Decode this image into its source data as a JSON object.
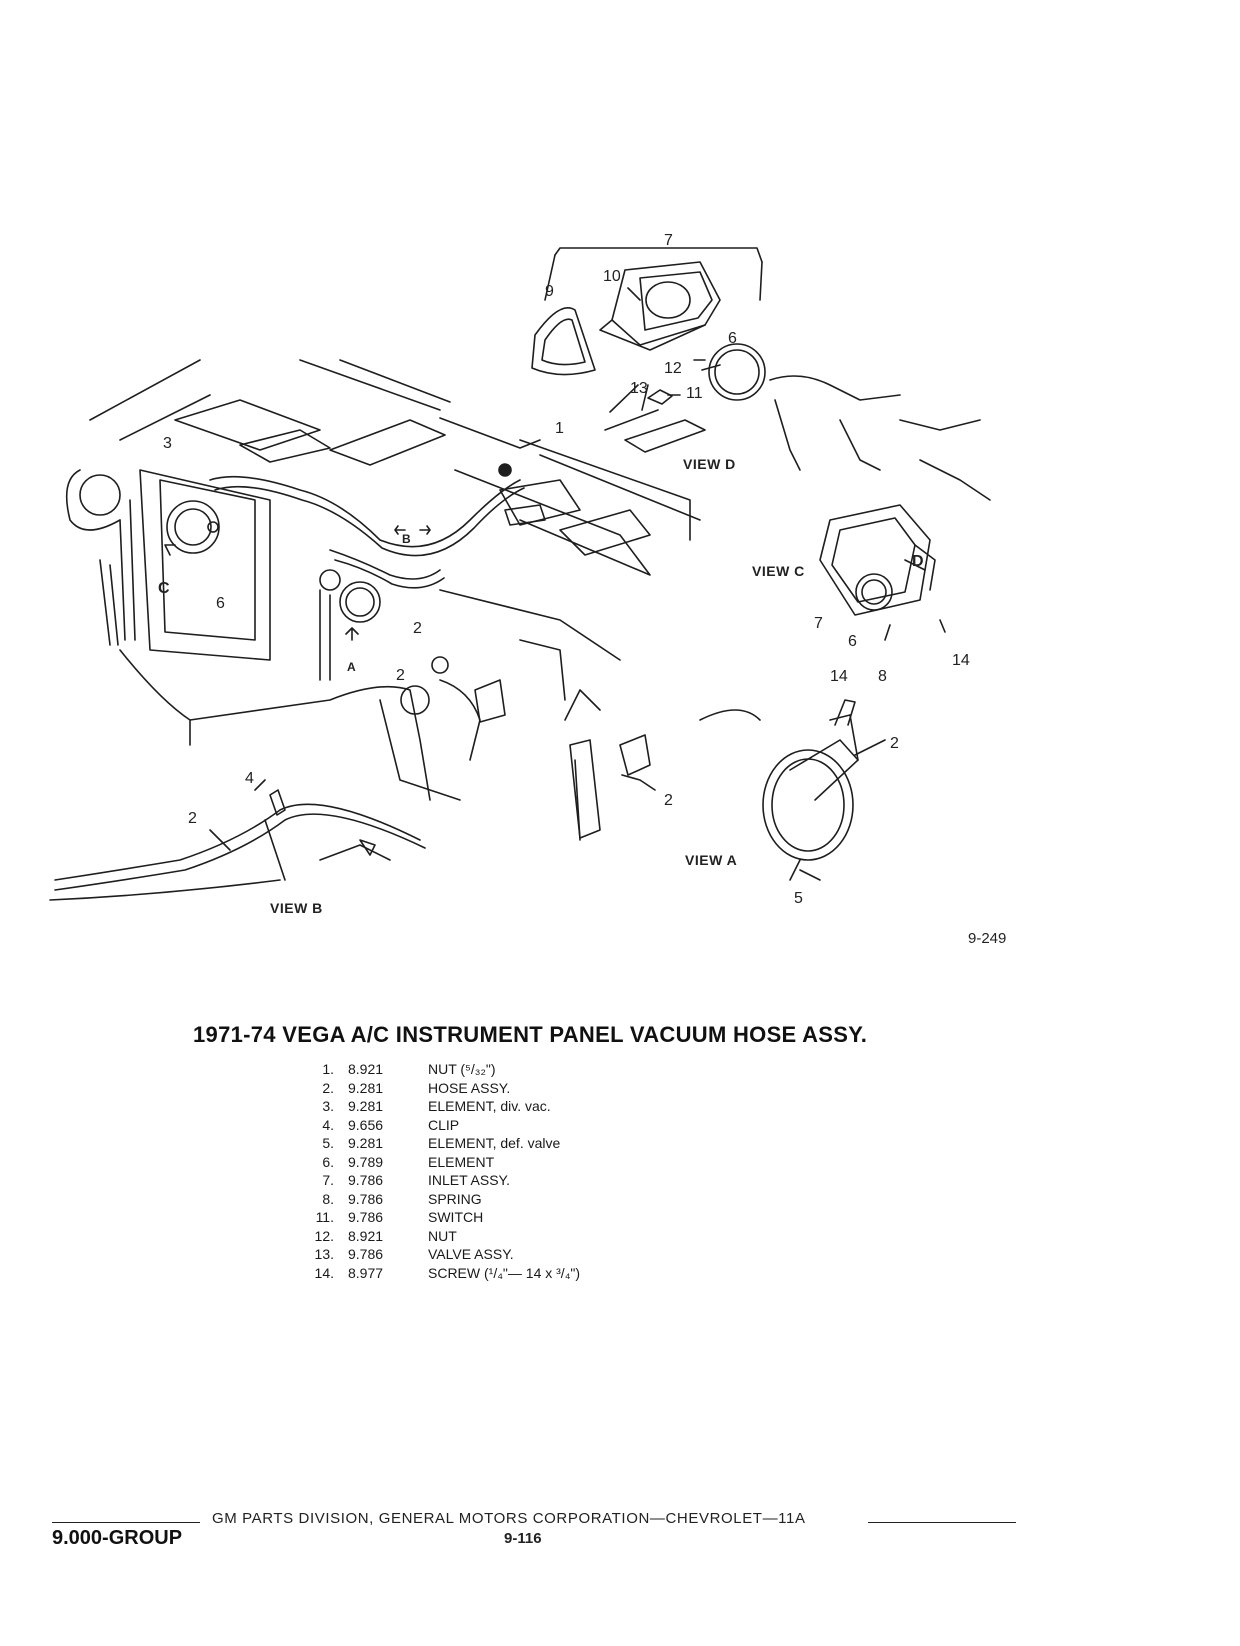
{
  "figure": {
    "number": "9-249",
    "views": {
      "a": "VIEW A",
      "b": "VIEW B",
      "c": "VIEW C",
      "d": "VIEW D"
    },
    "view_markers": {
      "a": "A",
      "b": "B",
      "c": "C",
      "d": "D"
    },
    "callouts": [
      "1",
      "2",
      "3",
      "4",
      "5",
      "6",
      "7",
      "8",
      "9",
      "10",
      "11",
      "12",
      "13",
      "14"
    ]
  },
  "title": "1971-74 VEGA A/C INSTRUMENT PANEL VACUUM HOSE ASSY.",
  "parts": [
    {
      "num": "1.",
      "code": "8.921",
      "desc": "NUT (⁵/₃₂\")"
    },
    {
      "num": "2.",
      "code": "9.281",
      "desc": "HOSE ASSY."
    },
    {
      "num": "3.",
      "code": "9.281",
      "desc": "ELEMENT, div. vac."
    },
    {
      "num": "4.",
      "code": "9.656",
      "desc": "CLIP"
    },
    {
      "num": "5.",
      "code": "9.281",
      "desc": "ELEMENT, def. valve"
    },
    {
      "num": "6.",
      "code": "9.789",
      "desc": "ELEMENT"
    },
    {
      "num": "7.",
      "code": "9.786",
      "desc": "INLET ASSY."
    },
    {
      "num": "8.",
      "code": "9.786",
      "desc": "SPRING"
    },
    {
      "num": "11.",
      "code": "9.786",
      "desc": "SWITCH"
    },
    {
      "num": "12.",
      "code": "8.921",
      "desc": "NUT"
    },
    {
      "num": "13.",
      "code": "9.786",
      "desc": "VALVE ASSY."
    },
    {
      "num": "14.",
      "code": "8.977",
      "desc": "SCREW (¹/₄\"— 14 x ³/₄\")"
    }
  ],
  "footer": {
    "group": "9.000-GROUP",
    "center": "GM PARTS DIVISION, GENERAL MOTORS CORPORATION—CHEVROLET—11A",
    "page": "9-116"
  }
}
